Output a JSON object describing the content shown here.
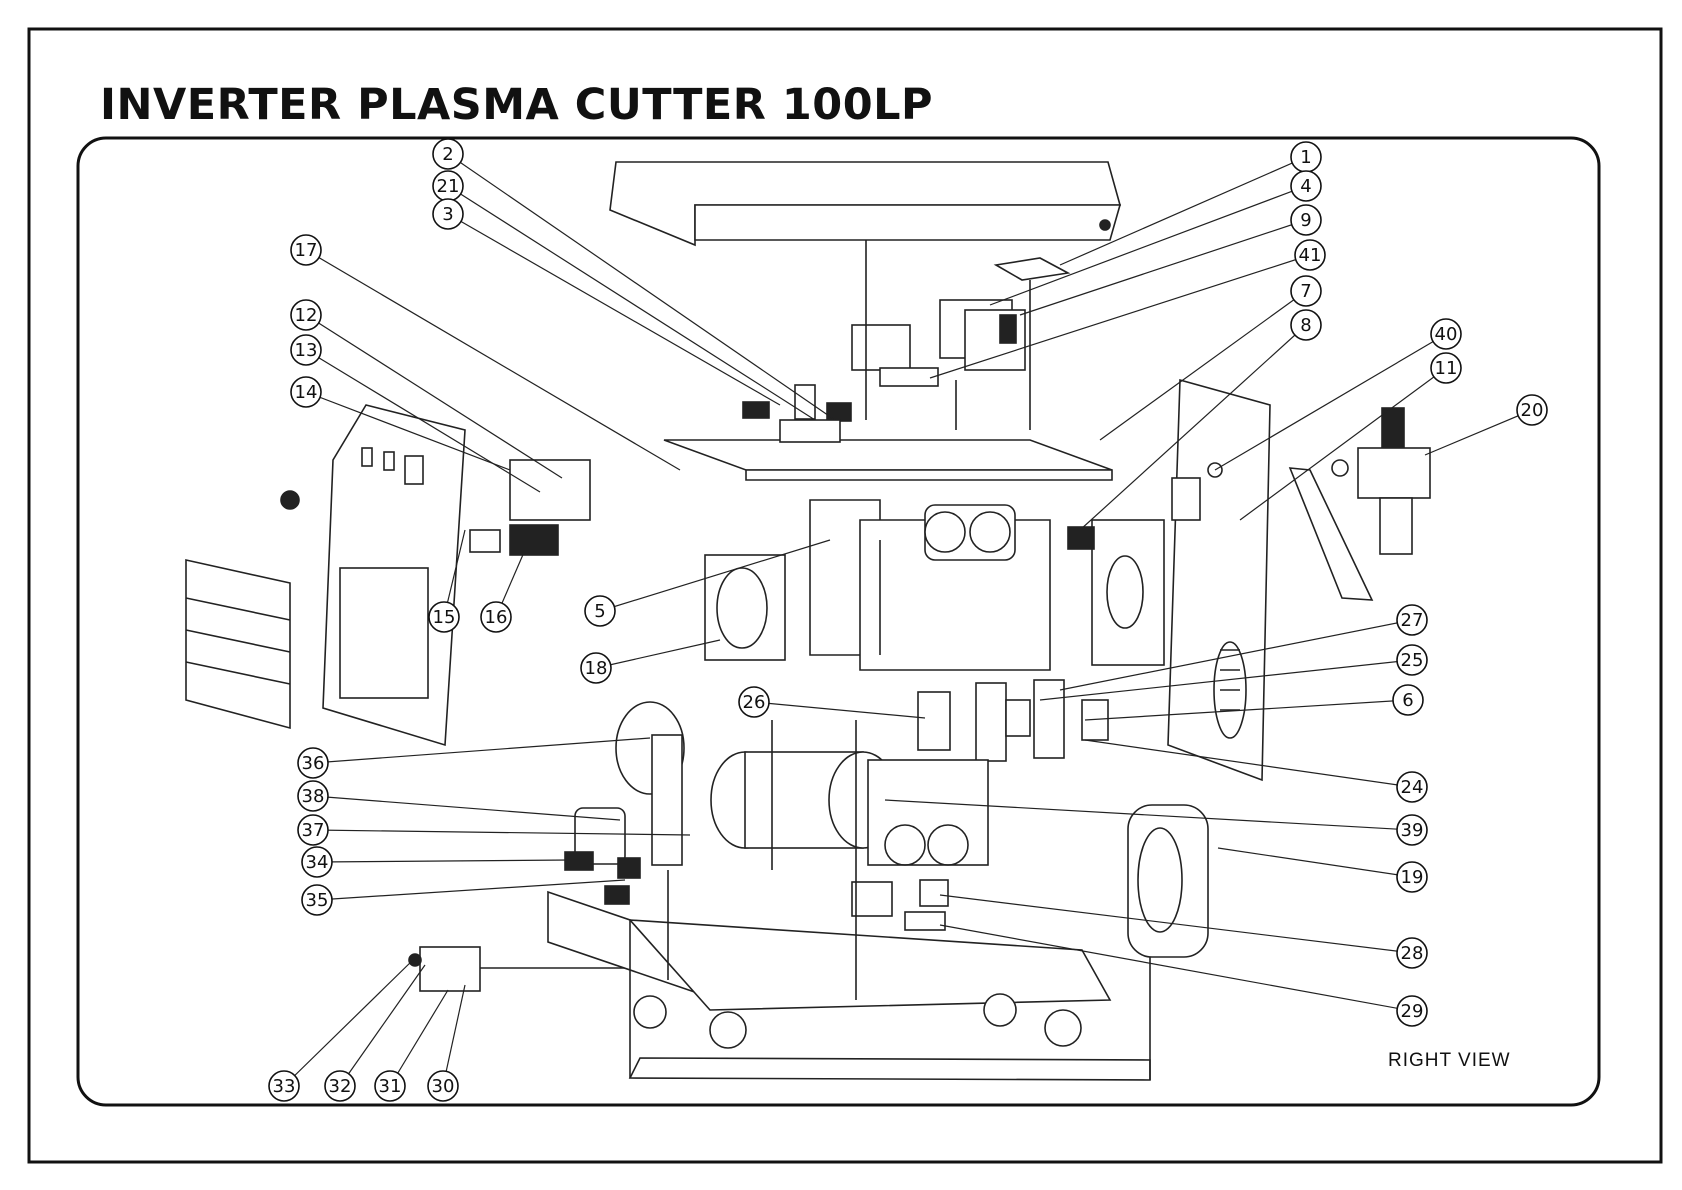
{
  "title": "INVERTER PLASMA CUTTER 100LP",
  "view_label": "RIGHT VIEW",
  "callouts": [
    {
      "id": "c1",
      "label": "1"
    },
    {
      "id": "c4",
      "label": "4"
    },
    {
      "id": "c9",
      "label": "9"
    },
    {
      "id": "c41",
      "label": "41"
    },
    {
      "id": "c7",
      "label": "7"
    },
    {
      "id": "c8",
      "label": "8"
    },
    {
      "id": "c40",
      "label": "40"
    },
    {
      "id": "c11",
      "label": "11"
    },
    {
      "id": "c20",
      "label": "20"
    },
    {
      "id": "c2",
      "label": "2"
    },
    {
      "id": "c21",
      "label": "21"
    },
    {
      "id": "c3",
      "label": "3"
    },
    {
      "id": "c17",
      "label": "17"
    },
    {
      "id": "c12",
      "label": "12"
    },
    {
      "id": "c13",
      "label": "13"
    },
    {
      "id": "c14",
      "label": "14"
    },
    {
      "id": "c15",
      "label": "15"
    },
    {
      "id": "c16",
      "label": "16"
    },
    {
      "id": "c5",
      "label": "5"
    },
    {
      "id": "c18",
      "label": "18"
    },
    {
      "id": "c26",
      "label": "26"
    },
    {
      "id": "c27",
      "label": "27"
    },
    {
      "id": "c25",
      "label": "25"
    },
    {
      "id": "c6",
      "label": "6"
    },
    {
      "id": "c24",
      "label": "24"
    },
    {
      "id": "c36",
      "label": "36"
    },
    {
      "id": "c38",
      "label": "38"
    },
    {
      "id": "c37",
      "label": "37"
    },
    {
      "id": "c34",
      "label": "34"
    },
    {
      "id": "c35",
      "label": "35"
    },
    {
      "id": "c39",
      "label": "39"
    },
    {
      "id": "c19",
      "label": "19"
    },
    {
      "id": "c28",
      "label": "28"
    },
    {
      "id": "c29",
      "label": "29"
    },
    {
      "id": "c33",
      "label": "33"
    },
    {
      "id": "c32",
      "label": "32"
    },
    {
      "id": "c31",
      "label": "31"
    },
    {
      "id": "c30",
      "label": "30"
    }
  ]
}
